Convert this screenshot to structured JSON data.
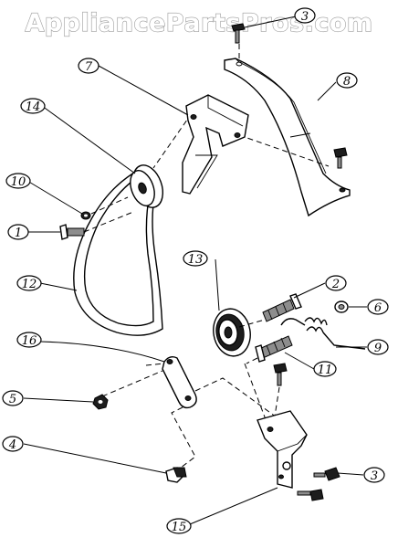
{
  "watermark": "AppliancePartsPros.com",
  "callouts": [
    {
      "label": "3"
    },
    {
      "label": "7"
    },
    {
      "label": "8"
    },
    {
      "label": "14"
    },
    {
      "label": "10"
    },
    {
      "label": "1"
    },
    {
      "label": "12"
    },
    {
      "label": "13"
    },
    {
      "label": "2"
    },
    {
      "label": "6"
    },
    {
      "label": "9"
    },
    {
      "label": "16"
    },
    {
      "label": "11"
    },
    {
      "label": "5"
    },
    {
      "label": "4"
    },
    {
      "label": "3"
    },
    {
      "label": "15"
    }
  ]
}
